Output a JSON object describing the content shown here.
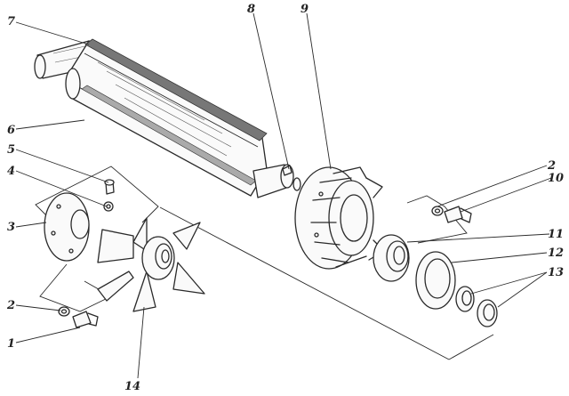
{
  "callouts": [
    "1",
    "2",
    "3",
    "4",
    "5",
    "6",
    "7",
    "8",
    "9",
    "2",
    "10",
    "11",
    "12",
    "13",
    "14"
  ]
}
